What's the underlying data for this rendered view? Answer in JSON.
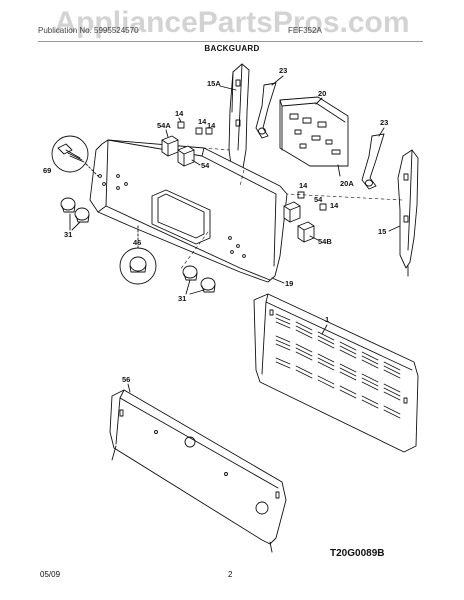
{
  "watermark": "AppliancePartsPros.com",
  "header": {
    "left_text": "Publication No. 5995524570",
    "right_text": "FEF352A",
    "section_title": "BACKGUARD"
  },
  "callouts": {
    "c15a": "15A",
    "c23a": "23",
    "c20": "20",
    "c14a": "14",
    "c14b": "14",
    "c14c": "14",
    "c54a": "54A",
    "c54": "54",
    "c69": "69",
    "c20a": "20A",
    "c23b": "23",
    "c14d": "14",
    "c54b": "54",
    "c14e": "14",
    "c54B": "54B",
    "c15": "15",
    "c31a": "31",
    "c46": "46",
    "c31b": "31",
    "c19": "19",
    "c1": "1",
    "c56": "56"
  },
  "diagram_code": "T20G0089B",
  "footer": {
    "date": "05/09",
    "page": "2"
  }
}
